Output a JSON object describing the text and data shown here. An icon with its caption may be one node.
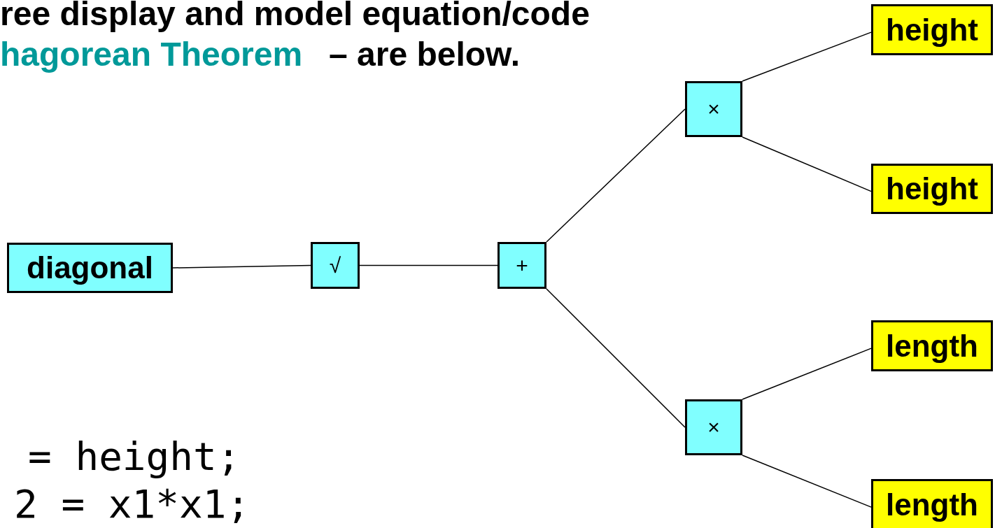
{
  "diagram": {
    "nodes": [
      {
        "text": [
          "diagonal"
        ]
      },
      {
        "text": [
          "√"
        ]
      },
      {
        "text": [
          "+"
        ]
      },
      {
        "text": [
          "×"
        ]
      },
      {
        "text": [
          "×"
        ]
      },
      {
        "text": [
          "height"
        ]
      },
      {
        "text": [
          "height"
        ]
      },
      {
        "text": [
          "length"
        ]
      },
      {
        "text": [
          "length"
        ]
      }
    ],
    "edges": [
      {
        "from": 0,
        "to": 1,
        "arrow": "none"
      },
      {
        "from": 1,
        "to": 2,
        "arrow": "none"
      },
      {
        "from": 2,
        "to": 3,
        "arrow": "none"
      },
      {
        "from": 2,
        "to": 4,
        "arrow": "none"
      },
      {
        "from": 3,
        "to": 5,
        "arrow": "none"
      },
      {
        "from": 3,
        "to": 6,
        "arrow": "none"
      },
      {
        "from": 4,
        "to": 7,
        "arrow": "none"
      },
      {
        "from": 4,
        "to": 8,
        "arrow": "none"
      }
    ],
    "labels": [
      "ree display and model equation/code",
      "hagorean Theorem",
      "– are below.",
      "= height;",
      "2 = x1*x1;"
    ]
  }
}
